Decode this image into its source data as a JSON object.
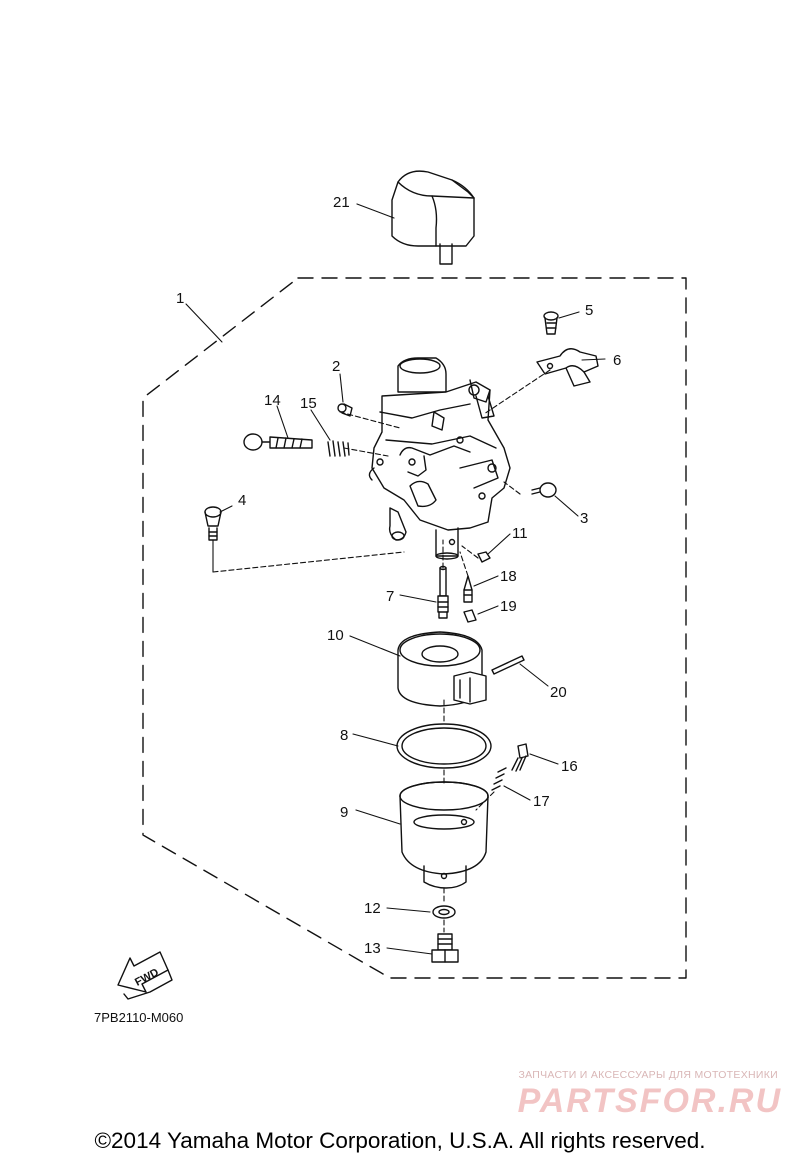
{
  "diagram": {
    "code": "7PB2110-M060",
    "fwd_label": "FWD",
    "callouts": [
      "21",
      "1",
      "5",
      "6",
      "2",
      "14",
      "15",
      "4",
      "3",
      "11",
      "7",
      "18",
      "19",
      "10",
      "20",
      "8",
      "16",
      "17",
      "9",
      "12",
      "13"
    ]
  },
  "footer": {
    "copyright": "©2014 Yamaha Motor Corporation, U.S.A. All rights reserved."
  },
  "watermark": {
    "tagline": "ЗАПЧАСТИ И АКСЕССУАРЫ ДЛЯ МОТОТЕХНИКИ",
    "brand": "PARTSFOR.RU"
  }
}
